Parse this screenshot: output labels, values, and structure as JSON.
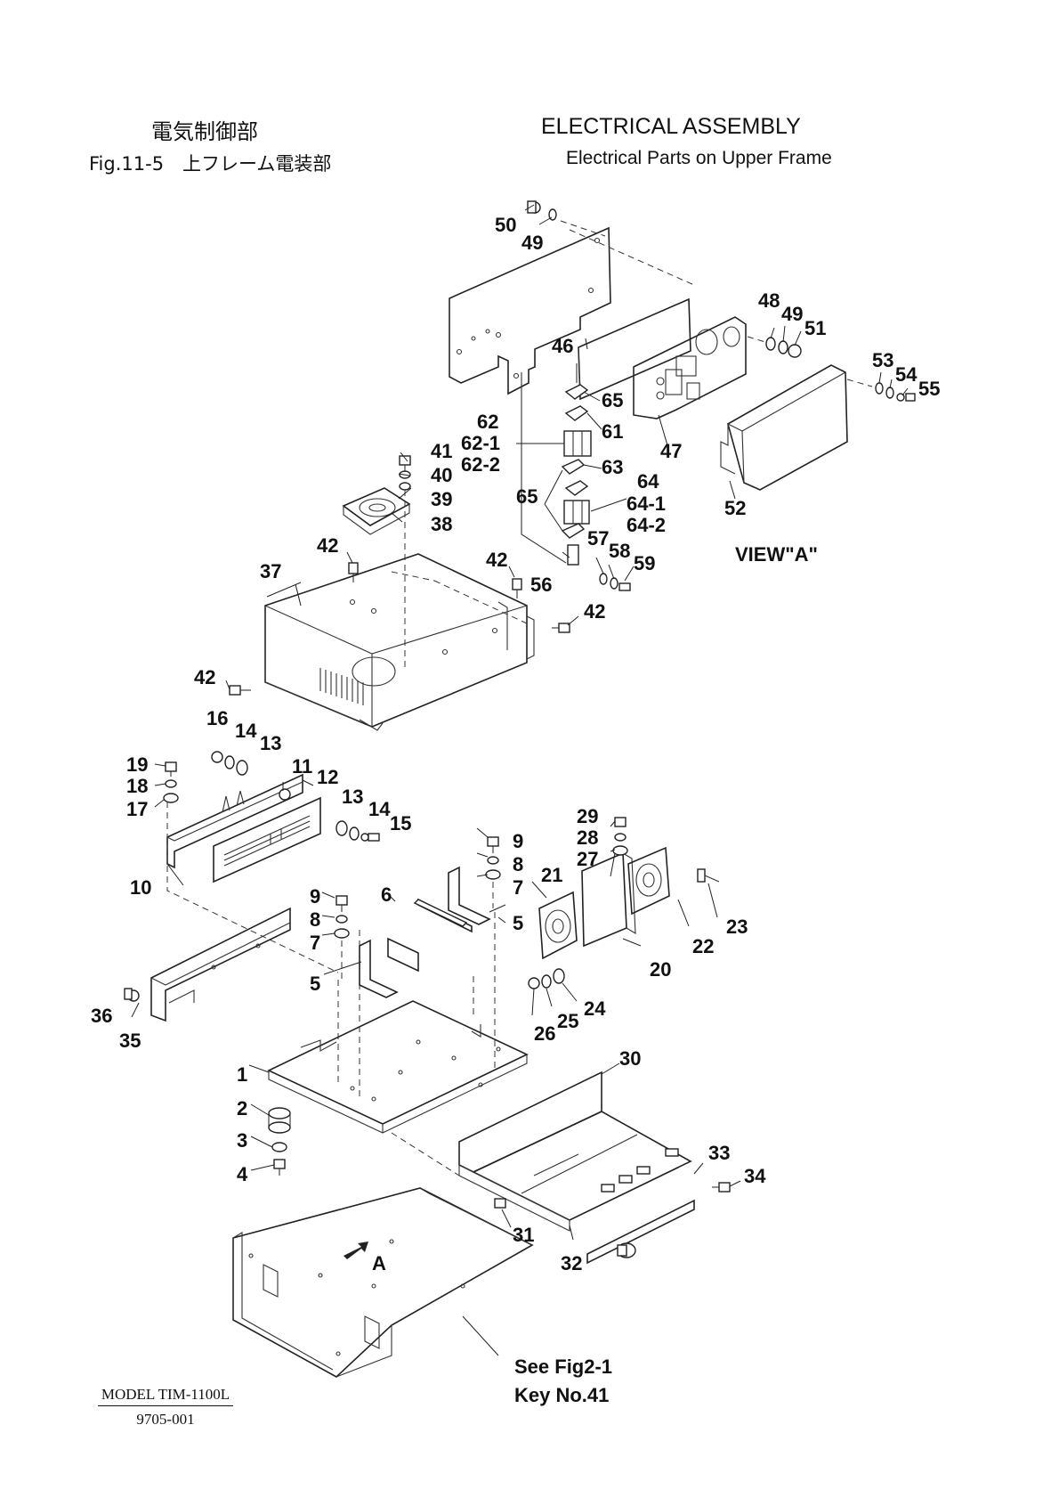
{
  "header": {
    "jp_title": "電気制御部",
    "jp_subtitle": "Fig.11-5　上フレーム電装部",
    "en_title": "ELECTRICAL ASSEMBLY",
    "en_subtitle": "Electrical Parts on Upper Frame"
  },
  "callouts": {
    "c1": "1",
    "c2": "2",
    "c3": "3",
    "c4": "4",
    "c5": "5",
    "c6": "6",
    "c7": "7",
    "c8": "8",
    "c9": "9",
    "c10": "10",
    "c11": "11",
    "c12": "12",
    "c13": "13",
    "c14": "14",
    "c15": "15",
    "c16": "16",
    "c17": "17",
    "c18": "18",
    "c19": "19",
    "c20": "20",
    "c21": "21",
    "c22": "22",
    "c23": "23",
    "c24": "24",
    "c25": "25",
    "c26": "26",
    "c27": "27",
    "c28": "28",
    "c29": "29",
    "c30": "30",
    "c31": "31",
    "c32": "32",
    "c33": "33",
    "c34": "34",
    "c35": "35",
    "c36": "36",
    "c37": "37",
    "c38": "38",
    "c39": "39",
    "c40": "40",
    "c41": "41",
    "c42": "42",
    "c46": "46",
    "c47": "47",
    "c48": "48",
    "c49": "49",
    "c50": "50",
    "c51": "51",
    "c52": "52",
    "c53": "53",
    "c54": "54",
    "c55": "55",
    "c56": "56",
    "c57": "57",
    "c58": "58",
    "c59": "59",
    "c61": "61",
    "c62": "62",
    "c62_1": "62-1",
    "c62_2": "62-2",
    "c63": "63",
    "c64": "64",
    "c64_1": "64-1",
    "c64_2": "64-2",
    "c65": "65"
  },
  "view_label": "VIEW\"A\"",
  "arrow_label": "A",
  "note": {
    "line1": "See Fig2-1",
    "line2": "Key No.41"
  },
  "footer": {
    "model": "MODEL TIM-1100L",
    "doc_number": "9705-001"
  }
}
